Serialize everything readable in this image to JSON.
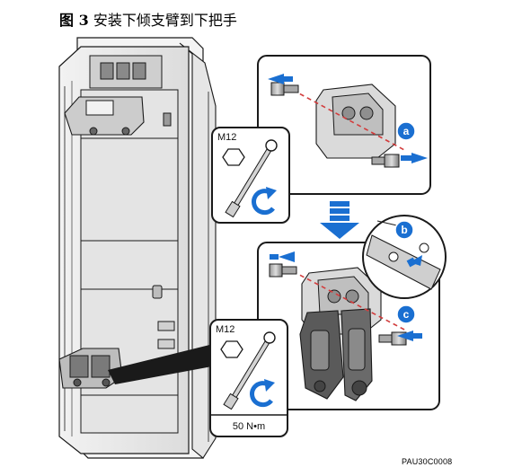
{
  "caption": {
    "figure": "图 3",
    "title": "安装下倾支臂到下把手"
  },
  "tool_top": {
    "wrench_size": "M12"
  },
  "tool_bottom": {
    "wrench_size": "M12",
    "torque": "50 N•m"
  },
  "steps": [
    {
      "id": "a",
      "label": "a"
    },
    {
      "id": "b",
      "label": "b"
    },
    {
      "id": "c",
      "label": "c"
    }
  ],
  "figure_code": "PAU30C0008",
  "colors": {
    "accent": "#1a6fd1",
    "line": "#1a1a1a",
    "panel": "#ffffff",
    "shade": "#d6d6d6",
    "dark": "#2a2a2a",
    "dashed": "#d23c3c"
  }
}
